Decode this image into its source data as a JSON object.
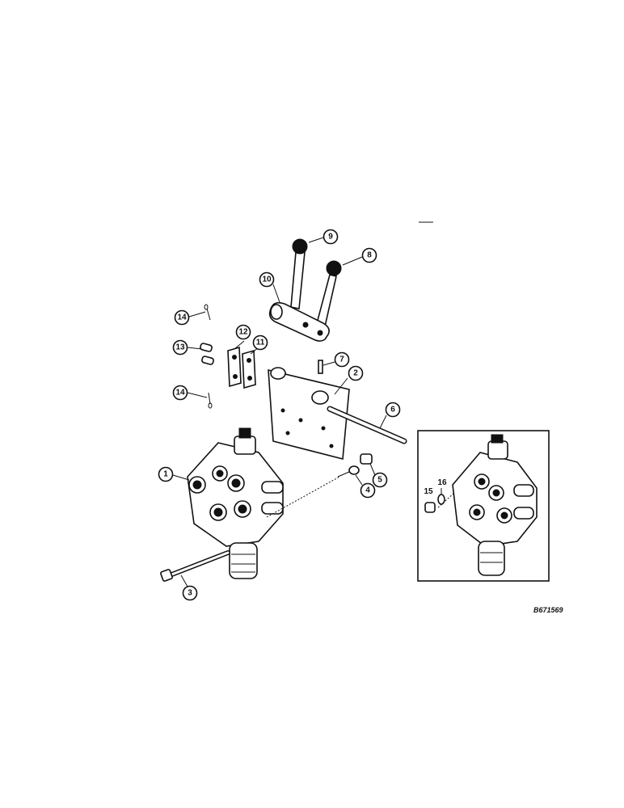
{
  "callouts": [
    {
      "id": "1",
      "label": "1"
    },
    {
      "id": "2",
      "label": "2"
    },
    {
      "id": "3",
      "label": "3"
    },
    {
      "id": "4",
      "label": "4"
    },
    {
      "id": "5",
      "label": "5"
    },
    {
      "id": "6",
      "label": "6"
    },
    {
      "id": "7",
      "label": "7"
    },
    {
      "id": "8",
      "label": "8"
    },
    {
      "id": "9",
      "label": "9"
    },
    {
      "id": "10",
      "label": "10"
    },
    {
      "id": "11",
      "label": "11"
    },
    {
      "id": "12",
      "label": "12"
    },
    {
      "id": "13",
      "label": "13"
    },
    {
      "id": "14a",
      "label": "14"
    },
    {
      "id": "14b",
      "label": "14"
    }
  ],
  "inset": {
    "label_15": "15",
    "label_16": "16"
  },
  "reference_number": "B671569"
}
